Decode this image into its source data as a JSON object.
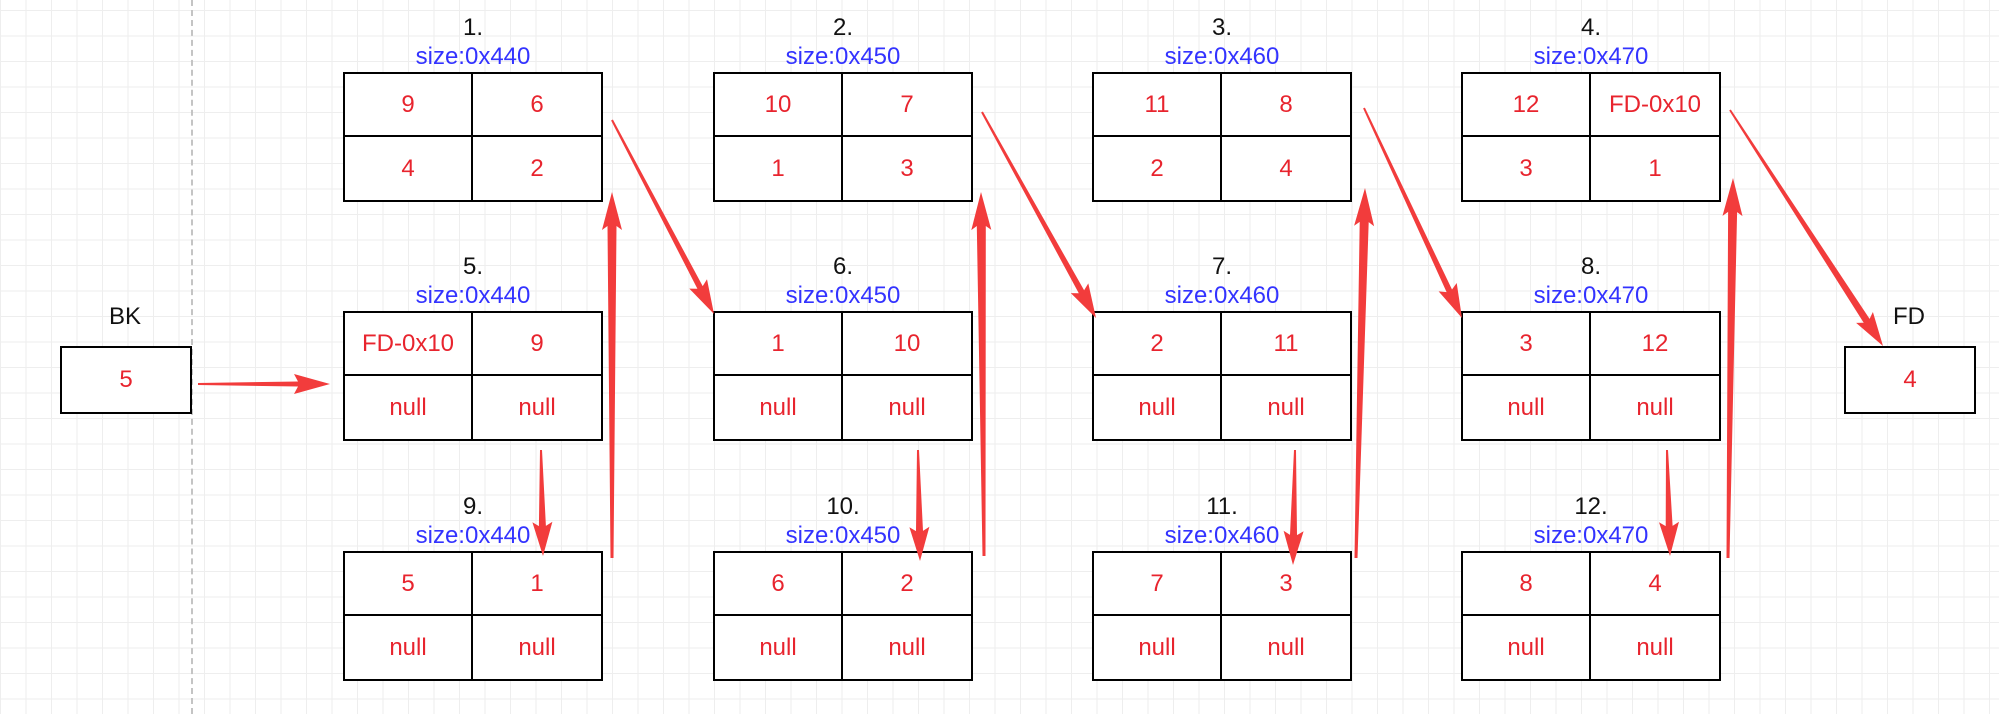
{
  "colors": {
    "arrow": "#f23c3c",
    "value_text": "#e8242e",
    "size_text": "#3333ff",
    "label_text": "#111111",
    "border": "#000000"
  },
  "bk": {
    "label": "BK",
    "value": "5"
  },
  "fd": {
    "label": "FD",
    "value": "4"
  },
  "chunks": [
    {
      "index": "1.",
      "size": "size:0x440",
      "cells": [
        "9",
        "6",
        "4",
        "2"
      ]
    },
    {
      "index": "2.",
      "size": "size:0x450",
      "cells": [
        "10",
        "7",
        "1",
        "3"
      ]
    },
    {
      "index": "3.",
      "size": "size:0x460",
      "cells": [
        "11",
        "8",
        "2",
        "4"
      ]
    },
    {
      "index": "4.",
      "size": "size:0x470",
      "cells": [
        "12",
        "FD-0x10",
        "3",
        "1"
      ]
    },
    {
      "index": "5.",
      "size": "size:0x440",
      "cells": [
        "FD-0x10",
        "9",
        "null",
        "null"
      ]
    },
    {
      "index": "6.",
      "size": "size:0x450",
      "cells": [
        "1",
        "10",
        "null",
        "null"
      ]
    },
    {
      "index": "7.",
      "size": "size:0x460",
      "cells": [
        "2",
        "11",
        "null",
        "null"
      ]
    },
    {
      "index": "8.",
      "size": "size:0x470",
      "cells": [
        "3",
        "12",
        "null",
        "null"
      ]
    },
    {
      "index": "9.",
      "size": "size:0x440",
      "cells": [
        "5",
        "1",
        "null",
        "null"
      ]
    },
    {
      "index": "10.",
      "size": "size:0x450",
      "cells": [
        "6",
        "2",
        "null",
        "null"
      ]
    },
    {
      "index": "11.",
      "size": "size:0x460",
      "cells": [
        "7",
        "3",
        "null",
        "null"
      ]
    },
    {
      "index": "12.",
      "size": "size:0x470",
      "cells": [
        "8",
        "4",
        "null",
        "null"
      ]
    }
  ]
}
